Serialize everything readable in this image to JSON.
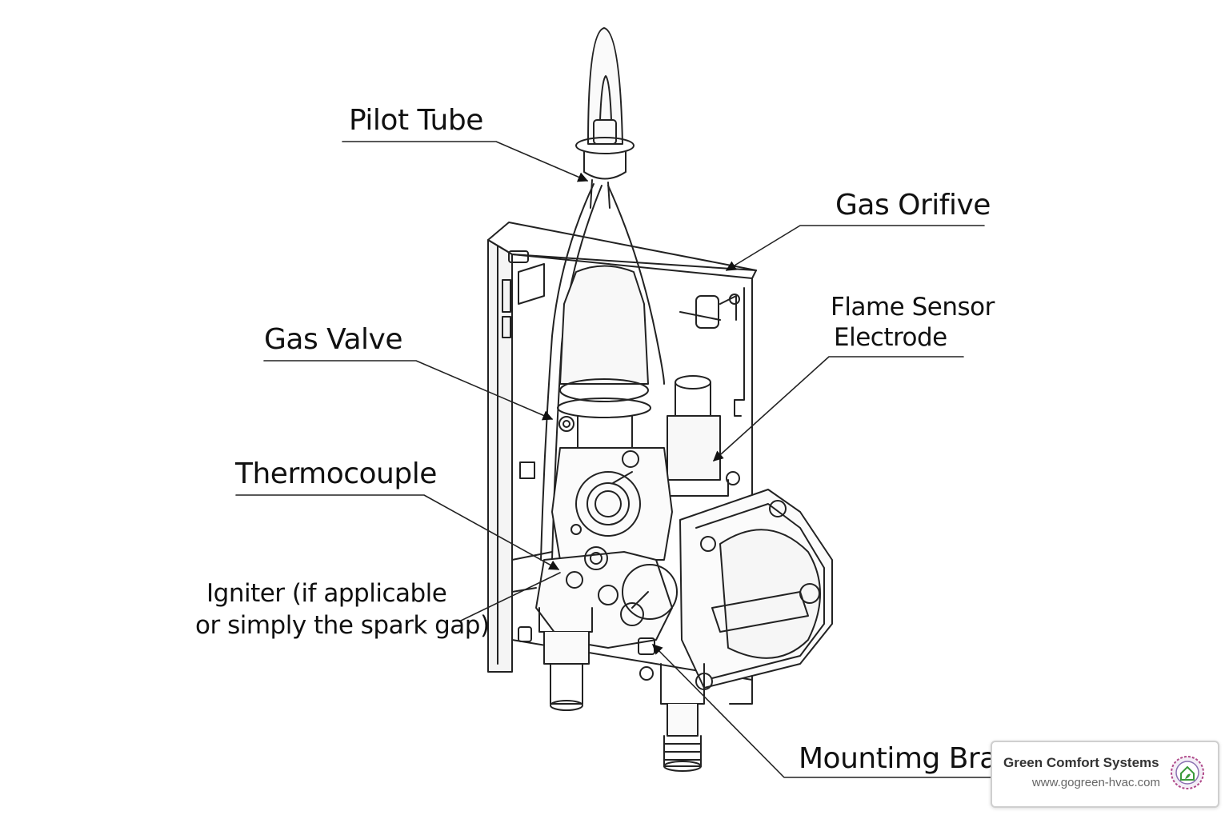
{
  "labels": {
    "pilot_tube": "Pilot Tube",
    "gas_orifice": "Gas Orifive",
    "flame_sensor_line1": "Flame Sensor",
    "flame_sensor_line2": "Electrode",
    "gas_valve": "Gas Valve",
    "thermocouple": "Thermocouple",
    "igniter_line1": "Igniter (if applicable",
    "igniter_line2": "or simply the spark gap)",
    "mounting_bracket": "Mountimg Bra"
  },
  "brand": {
    "name": "Green Comfort Systems",
    "url": "www.gogreen-hvac.com",
    "logo_icon": "house-leaf-logo-icon"
  },
  "colors": {
    "ink": "#111111",
    "brand_green": "#3a9a3a",
    "brand_ring": "#b04a8a"
  }
}
